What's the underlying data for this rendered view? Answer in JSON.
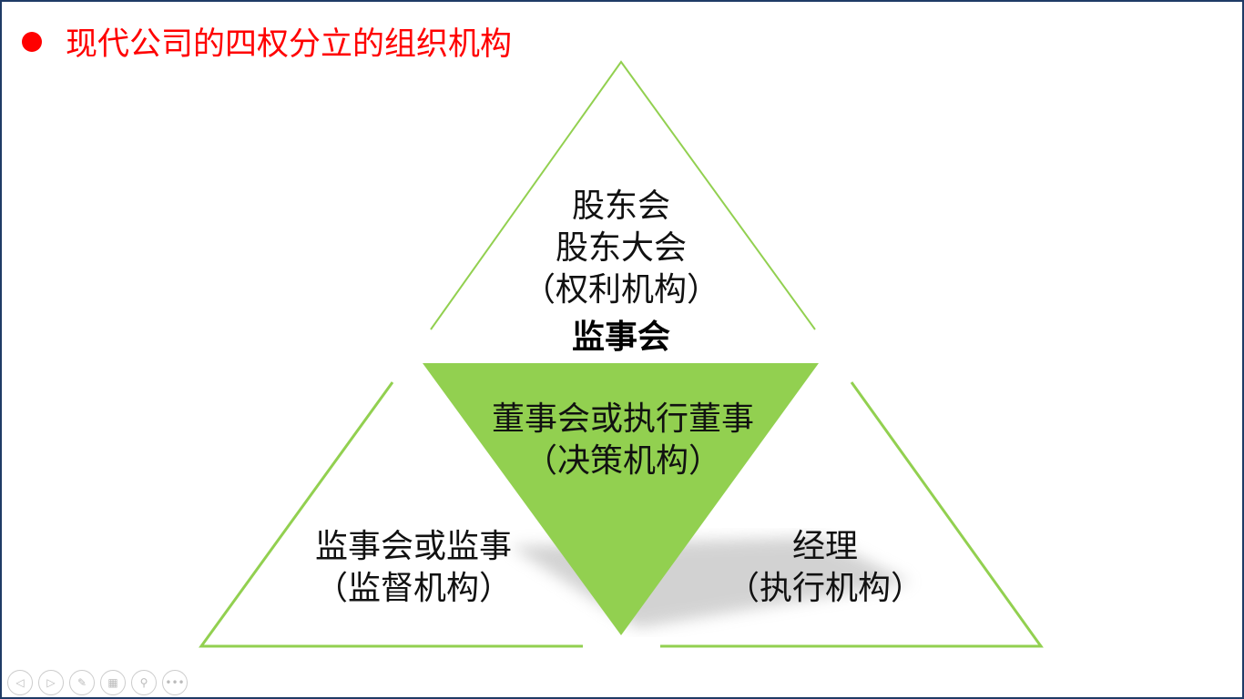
{
  "title": "现代公司的四权分立的组织机构",
  "top": {
    "line1": "股东会",
    "line2": "股东大会",
    "line3": "（权利机构）"
  },
  "overlay": "监事会",
  "center": {
    "line1": "董事会或执行董事",
    "line2": "（决策机构）"
  },
  "left": {
    "line1": "监事会或监事",
    "line2": "（监督机构）"
  },
  "right": {
    "line1": "经理",
    "line2": "（执行机构）"
  },
  "colors": {
    "title": "#ff0000",
    "triangle_fill": "#92d050",
    "outline": "#92d050"
  },
  "nav": [
    {
      "icon": "prev-icon",
      "glyph": "◁"
    },
    {
      "icon": "next-icon",
      "glyph": "▷"
    },
    {
      "icon": "pen-icon",
      "glyph": "✎"
    },
    {
      "icon": "slides-icon",
      "glyph": "▦"
    },
    {
      "icon": "zoom-icon",
      "glyph": "⚲"
    },
    {
      "icon": "more-icon",
      "glyph": "•••"
    }
  ]
}
